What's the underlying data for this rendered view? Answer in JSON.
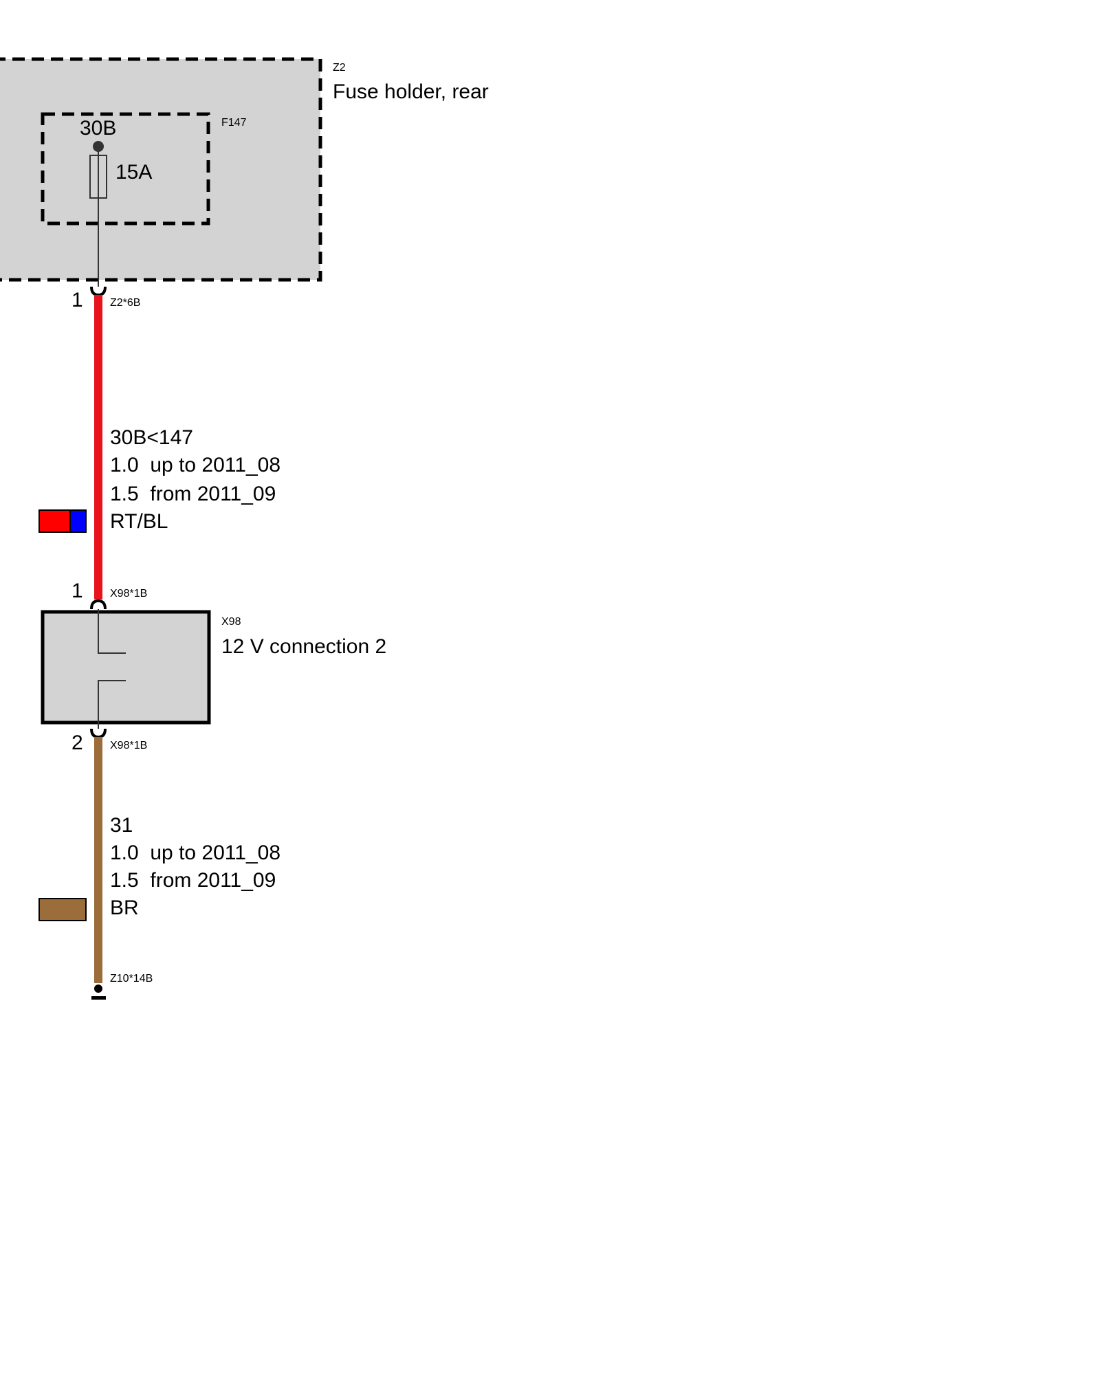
{
  "colors": {
    "red_wire": "#E8141B",
    "brown_wire": "#9A6D3A",
    "component_fill": "#D3D3D3",
    "swatch_red": "#FF0000",
    "swatch_blue": "#0000FF"
  },
  "fuse_holder": {
    "id": "Z2",
    "name": "Fuse holder, rear"
  },
  "fuse": {
    "id": "F147",
    "terminal": "30B",
    "rating": "15A"
  },
  "wire_1": {
    "top_pin": "1",
    "top_connector": "Z2*6B",
    "signal": "30B<147",
    "gauge_old": "1.0  up to 2011_08",
    "gauge_new": "1.5  from 2011_09",
    "color_code": "RT/BL",
    "bottom_pin": "1",
    "bottom_connector": "X98*1B"
  },
  "socket": {
    "id": "X98",
    "name": "12 V connection 2"
  },
  "wire_2": {
    "top_pin": "2",
    "top_connector": "X98*1B",
    "signal": "31",
    "gauge_old": "1.0  up to 2011_08",
    "gauge_new": "1.5  from 2011_09",
    "color_code": "BR",
    "ground_connector": "Z10*14B"
  }
}
